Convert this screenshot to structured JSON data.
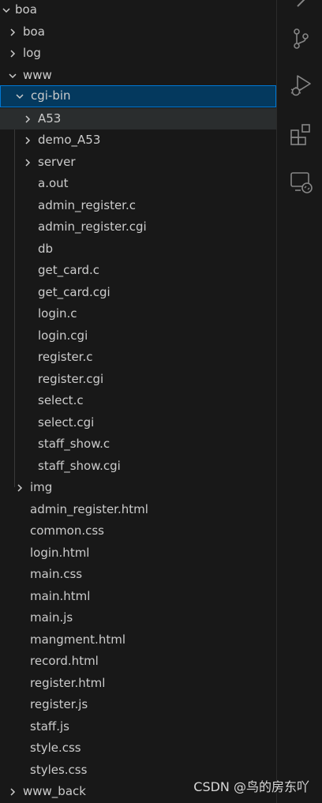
{
  "explorer": {
    "root": {
      "label": "boa"
    },
    "items": [
      {
        "label": "boa"
      },
      {
        "label": "log"
      },
      {
        "label": "www"
      },
      {
        "label": "cgi-bin"
      },
      {
        "label": "A53"
      },
      {
        "label": "demo_A53"
      },
      {
        "label": "server"
      },
      {
        "label": "a.out"
      },
      {
        "label": "admin_register.c"
      },
      {
        "label": "admin_register.cgi"
      },
      {
        "label": "db"
      },
      {
        "label": "get_card.c"
      },
      {
        "label": "get_card.cgi"
      },
      {
        "label": "login.c"
      },
      {
        "label": "login.cgi"
      },
      {
        "label": "register.c"
      },
      {
        "label": "register.cgi"
      },
      {
        "label": "select.c"
      },
      {
        "label": "select.cgi"
      },
      {
        "label": "staff_show.c"
      },
      {
        "label": "staff_show.cgi"
      },
      {
        "label": "img"
      },
      {
        "label": "admin_register.html"
      },
      {
        "label": "common.css"
      },
      {
        "label": "login.html"
      },
      {
        "label": "main.css"
      },
      {
        "label": "main.html"
      },
      {
        "label": "main.js"
      },
      {
        "label": "mangment.html"
      },
      {
        "label": "record.html"
      },
      {
        "label": "register.html"
      },
      {
        "label": "register.js"
      },
      {
        "label": "staff.js"
      },
      {
        "label": "style.css"
      },
      {
        "label": "styles.css"
      },
      {
        "label": "www_back"
      }
    ]
  },
  "activity_bar": {
    "icons": [
      "chevron-right-icon",
      "source-control-icon",
      "run-debug-icon",
      "extensions-icon",
      "remote-explorer-icon"
    ]
  },
  "watermark": {
    "text": "CSDN @鸟的房东吖"
  },
  "colors": {
    "background": "#181818",
    "selection": "#04395e",
    "focus_border": "#0078d4",
    "text": "#cccccc"
  }
}
